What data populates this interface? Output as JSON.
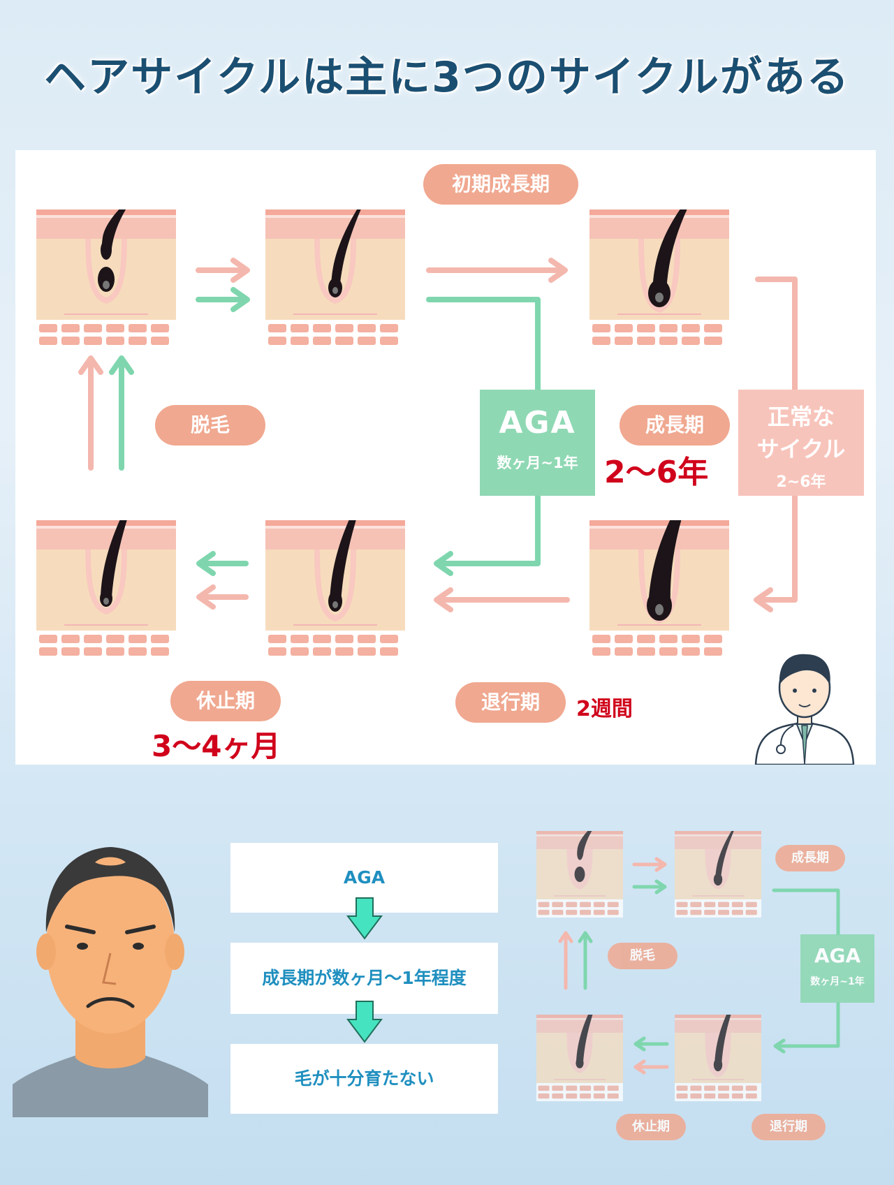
{
  "title": "ヘアサイクルは主に3つのサイクルがある",
  "colors": {
    "title": "#1b4f72",
    "pink_arrow": "#f4b7ad",
    "green_arrow": "#7fd6ae",
    "pill": "#f0a890",
    "red_text": "#d0021b",
    "flow_text": "#1f8fbf"
  },
  "diagram": {
    "phase_initial": "初期成長期",
    "phase_shedding": "脱毛",
    "phase_growth": "成長期",
    "phase_resting": "休止期",
    "phase_regression": "退行期",
    "aga_title": "AGA",
    "aga_sub": "数ヶ月~1年",
    "normal_title_1": "正常な",
    "normal_title_2": "サイクル",
    "normal_sub": "2~6年",
    "growth_duration": "2〜6年",
    "regression_duration": "2週間",
    "resting_duration": "3〜4ヶ月"
  },
  "flow": {
    "step1": "AGA",
    "step2": "成長期が数ヶ月〜1年程度",
    "step3": "毛が十分育たない"
  },
  "mini_diagram": {
    "growth": "成長期",
    "shedding": "脱毛",
    "aga_title": "AGA",
    "aga_sub": "数ヶ月~1年",
    "resting": "休止期",
    "regression": "退行期"
  }
}
